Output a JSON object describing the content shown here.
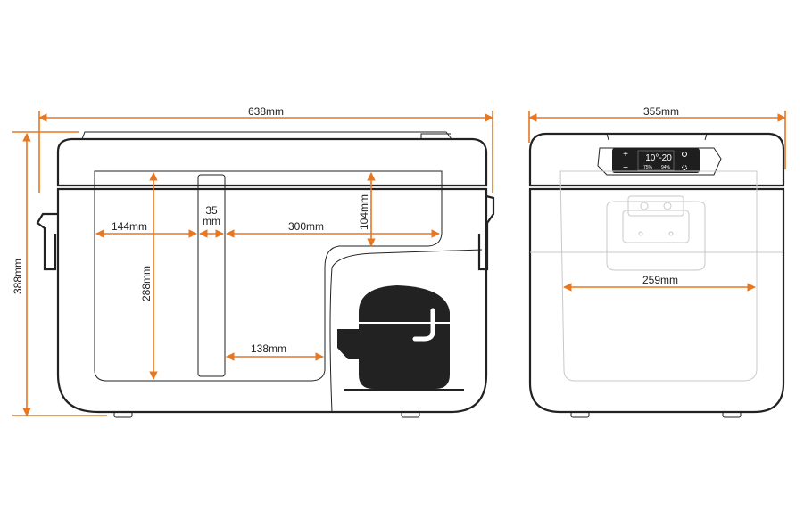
{
  "title": "Fridge dimensions diagram",
  "colors": {
    "dimension": "#e87722",
    "outline": "#222222",
    "panel": "#1e1e1e"
  },
  "front_view": {
    "width_label": "638mm",
    "height_label": "388mm",
    "inner_left_width": "144mm",
    "divider_width_top": "35",
    "divider_width_bottom": "mm",
    "inner_right_width": "300mm",
    "step_height": "104mm",
    "inner_height": "288mm",
    "lower_right_width": "138mm"
  },
  "side_view": {
    "width_label": "355mm",
    "inner_width": "259mm",
    "control_panel": {
      "plus": "+",
      "minus": "−",
      "temp_display": "10°-20",
      "left_reading": "75%",
      "right_reading": "94%"
    }
  }
}
